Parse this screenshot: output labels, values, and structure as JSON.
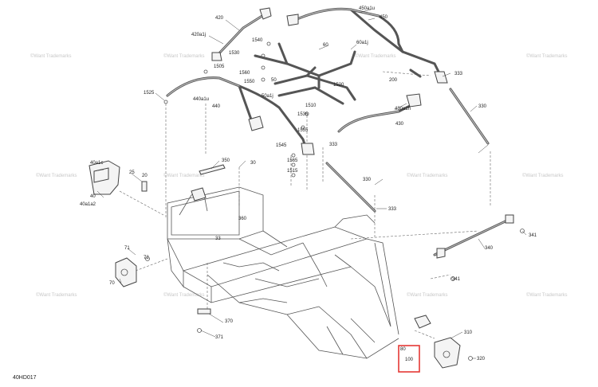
{
  "diagram": {
    "code": "40HD017",
    "watermark": "©Want Trademarks",
    "highlight_color": "#e53935",
    "labels": {
      "l420": "420",
      "l420a1j": "420a1j",
      "l450a1u": "450a1u",
      "l450": "450",
      "l1540": "1540",
      "l60": "60",
      "l60a1j": "60a1j",
      "l1530": "1530",
      "l1505": "1505",
      "l1560": "1560",
      "l1550": "1550",
      "l50": "50",
      "l1520": "1520",
      "l200": "200",
      "l333a": "333",
      "l1525": "1525",
      "l440a1u": "440a1u",
      "l440": "440",
      "l50a1j": "50a1j",
      "l1510": "1510",
      "l430a1h": "430a1h",
      "l330a": "330",
      "l430": "430",
      "l1535": "1535",
      "l1555": "1555",
      "l1545": "1545",
      "l333b": "333",
      "l1565": "1565",
      "l1515": "1515",
      "l40a1c": "40a1c",
      "l25": "25",
      "l20": "20",
      "l40": "40",
      "l40a1a2": "40a1a2",
      "l350": "350",
      "l30": "30",
      "l330b": "330",
      "l333c": "333",
      "l360": "360",
      "l341a": "341",
      "l71": "71",
      "l72": "72",
      "l33": "33",
      "l340": "340",
      "l70": "70",
      "l341b": "341",
      "l370": "370",
      "l371": "371",
      "l80": "80",
      "l100": "100",
      "l310": "310",
      "l320": "320"
    }
  }
}
